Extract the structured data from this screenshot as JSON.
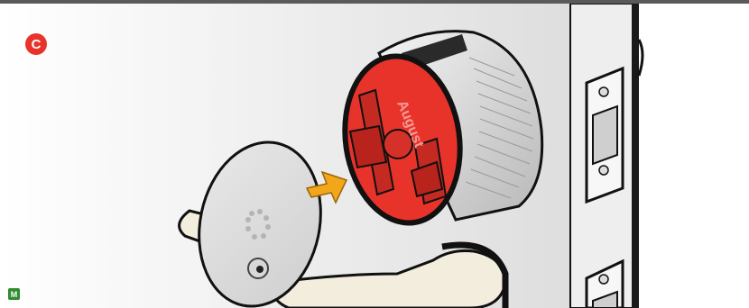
{
  "step": {
    "label": "C",
    "color": "#e8332b"
  },
  "source_badge": {
    "label": "M",
    "color": "#2e8b2e"
  },
  "illustration": {
    "brand_text": "August",
    "accent_color": "#e8332b",
    "arrow_color": "#f2a71b",
    "icons": [
      "thumb-turn-adapter-icon",
      "insert-arrow-icon",
      "smart-lock-body-icon",
      "door-strike-plate-icon",
      "door-handle-icon"
    ]
  }
}
